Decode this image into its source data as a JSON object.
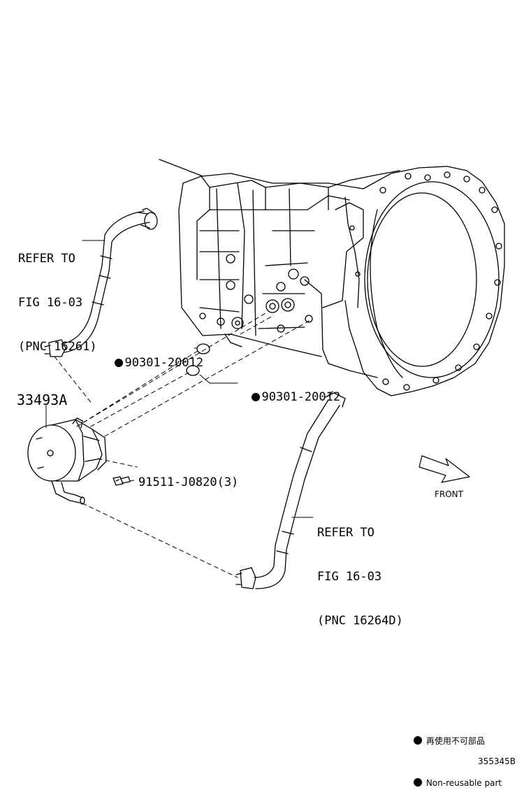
{
  "refer_top": {
    "line1": "REFER TO",
    "line2": "FIG 16-03",
    "line3": "(PNC 16261)"
  },
  "refer_bottom": {
    "line1": "REFER TO",
    "line2": "FIG 16-03",
    "line3": "(PNC 16264D)"
  },
  "parts": {
    "cooler": "33493A",
    "oring_upper": "90301-20012",
    "oring_lower": "90301-20012",
    "bolt": "91511-J0820(3)"
  },
  "front_label": "FRONT",
  "legend": {
    "jp": "再使用不可部品",
    "en": "Non-reusable part"
  },
  "diagram_code": "355345B",
  "colors": {
    "ink": "#000000",
    "paper": "#ffffff"
  }
}
